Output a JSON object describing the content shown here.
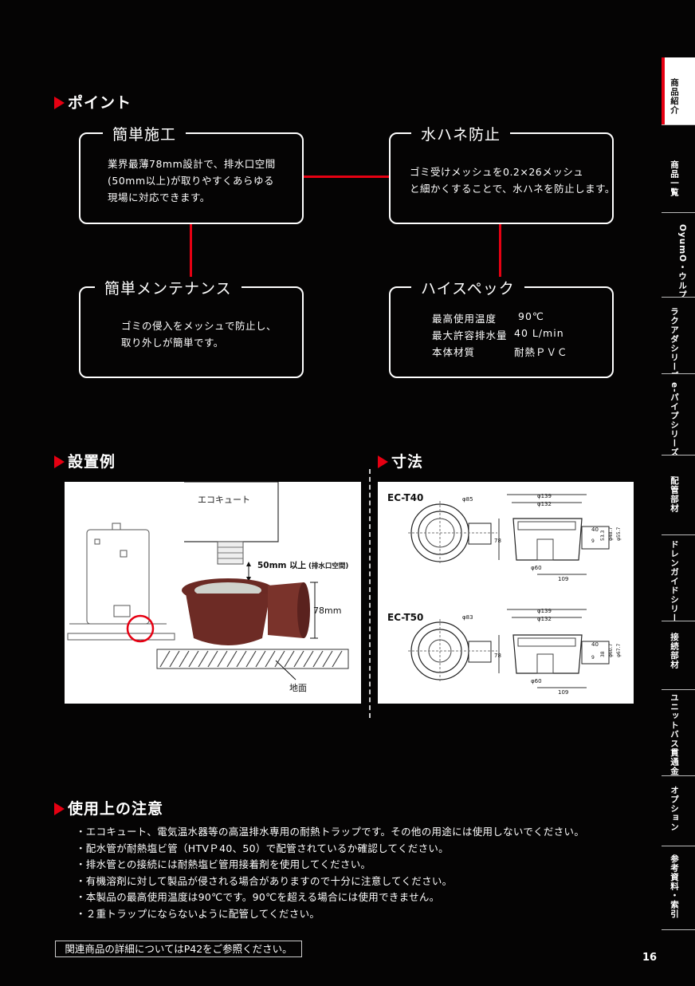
{
  "sidebar": {
    "tabs": [
      {
        "label": "商品紹介",
        "active": true
      },
      {
        "label": "商品一覧"
      },
      {
        "label": "OyumO・ウルプロシリーズ"
      },
      {
        "label": "ラクアダシリーズ"
      },
      {
        "label": "e-パイプシリーズ"
      },
      {
        "label": "配管部材"
      },
      {
        "label": "ドレンガイドシリーズ"
      },
      {
        "label": "接続部材"
      },
      {
        "label": "ユニットバス貫通金具"
      },
      {
        "label": "オプション"
      },
      {
        "label": "参考資料・索引"
      }
    ]
  },
  "point": {
    "title": "ポイント",
    "boxes": [
      {
        "label": "簡単施工",
        "lines": [
          "業界最薄78mm設計で、排水口空間",
          "(50mm以上)が取りやすくあらゆる",
          "現場に対応できます。"
        ]
      },
      {
        "label": "水ハネ防止",
        "lines": [
          "ゴミ受けメッシュを0.2×26メッシュ",
          "と細かくすることで、水ハネを防止します。"
        ]
      },
      {
        "label": "簡単メンテナンス",
        "lines": [
          "ゴミの侵入をメッシュで防止し、",
          "取り外しが簡単です。"
        ]
      },
      {
        "label": "ハイスペック",
        "specs": [
          {
            "name": "最高使用温度",
            "value": "90℃"
          },
          {
            "name": "最大許容排水量",
            "value": "40 L/min"
          },
          {
            "name": "本体材質",
            "value": "耐熱ＰＶＣ"
          }
        ]
      }
    ]
  },
  "install": {
    "title": "設置例",
    "labels": {
      "ecocute": "エコキュート",
      "space": "50mm 以上",
      "space_note": "(排水口空間)",
      "height": "78mm",
      "ground": "地面"
    }
  },
  "dims": {
    "title": "寸法",
    "models": [
      {
        "name": "EC-T40",
        "top": "φ85",
        "d1": "φ139",
        "d2": "φ132",
        "h": "78",
        "w40": "40",
        "bottom": "φ60",
        "len": "109",
        "r1": "φ48.7",
        "r2": "φ55.7",
        "r3": "53.3",
        "r4": "9"
      },
      {
        "name": "EC-T50",
        "top": "φ83",
        "d1": "φ139",
        "d2": "φ132",
        "h": "78",
        "w40": "40",
        "bottom": "φ60",
        "len": "109",
        "r1": "φ60.7",
        "r2": "φ67.7",
        "r3": "38",
        "r4": "9"
      }
    ]
  },
  "caution": {
    "title": "使用上の注意",
    "lines": [
      "・エコキュート、電気温水器等の高温排水専用の耐熱トラップです。その他の用途には使用しないでください。",
      "・配水管が耐熱塩ビ管（HTVＰ40、50）で配管されているか確認してください。",
      "・排水管との接続には耐熱塩ビ管用接着剤を使用してください。",
      "・有機溶剤に対して製品が侵される場合がありますので十分に注意してください。",
      "・本製品の最高使用温度は90℃です。90℃を超える場合には使用できません。",
      "・２重トラップにならないように配管してください。"
    ]
  },
  "related": "関連商品の詳細についてはP42をご参照ください。",
  "page_number": "16",
  "colors": {
    "accent": "#e60012",
    "background": "#050404",
    "active_tab": "#ffffff"
  }
}
